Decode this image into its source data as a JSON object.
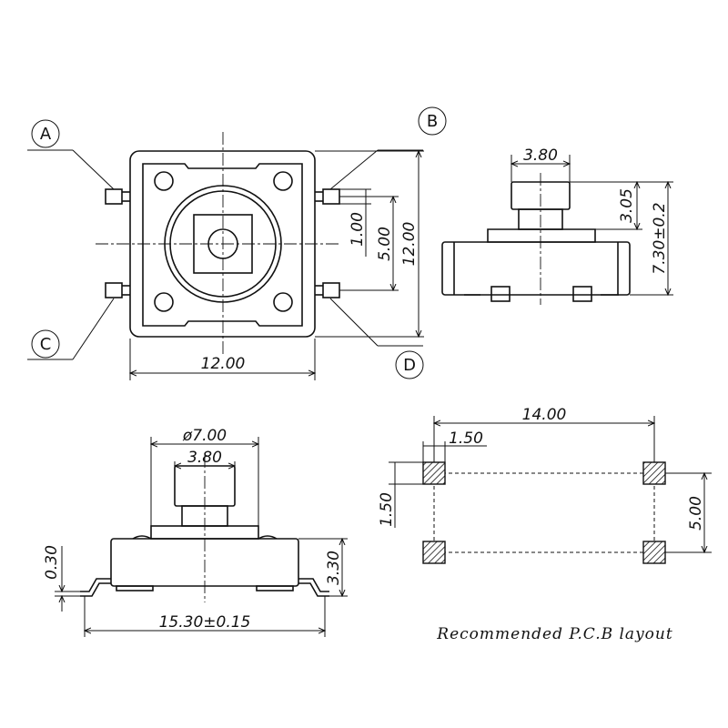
{
  "top_view": {
    "labels": {
      "a": "A",
      "b": "B",
      "c": "C",
      "d": "D"
    },
    "dims": {
      "width": "12.00",
      "height": "12.00",
      "pin_pitch": "5.00",
      "pin_width": "1.00"
    }
  },
  "side_view_right": {
    "dims": {
      "stem_width": "3.80",
      "stem_height": "3.05",
      "total_height": "7.30±0.2"
    }
  },
  "front_view": {
    "dims": {
      "cap_dia": "ø7.00",
      "stem_width": "3.80",
      "lead_thickness": "0.30",
      "body_height": "3.30",
      "overall_width": "15.30±0.15"
    }
  },
  "pcb_layout": {
    "dims": {
      "pad_pitch_x": "14.00",
      "pad_size_x": "1.50",
      "pad_size_y": "1.50",
      "pad_pitch_y": "5.00"
    },
    "caption": "Recommended P.C.B layout"
  }
}
